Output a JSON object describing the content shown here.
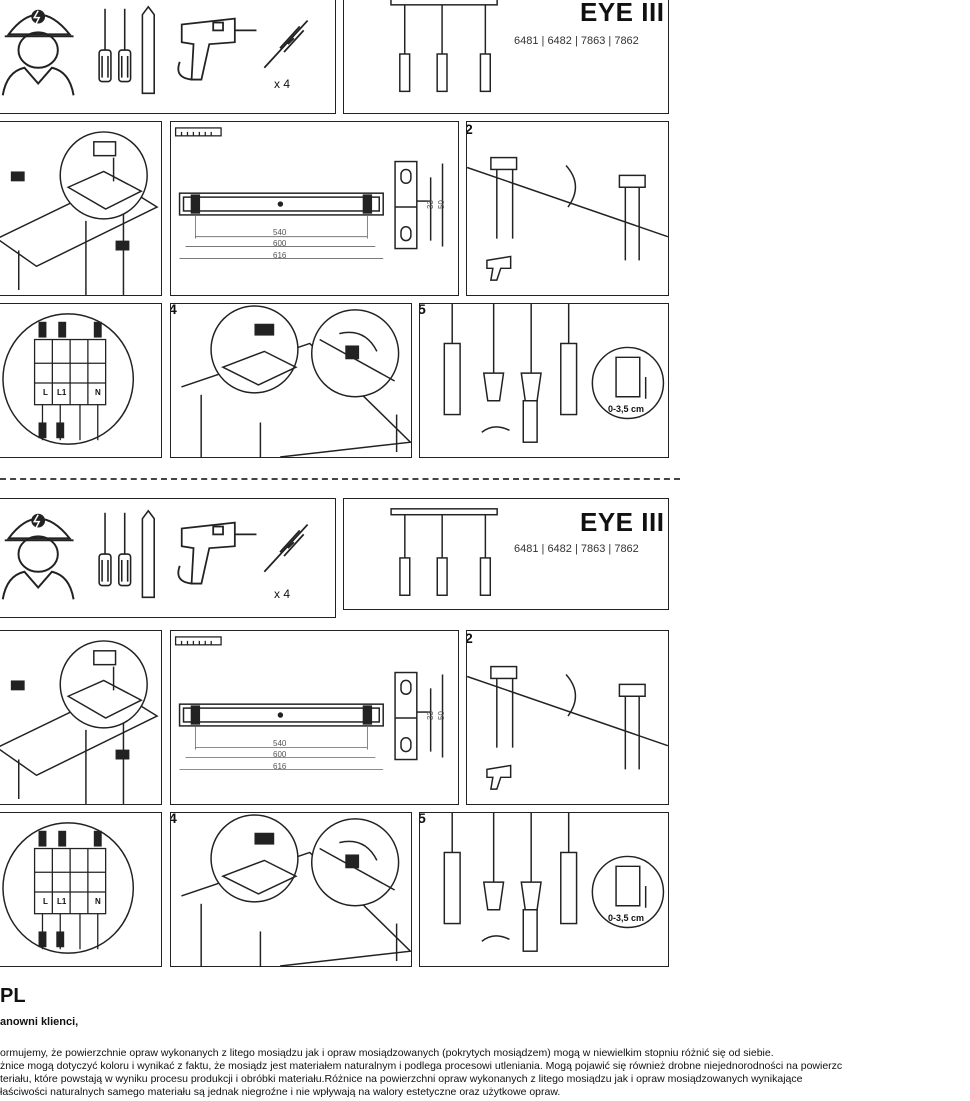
{
  "product": {
    "title": "EYE III",
    "codes": "6481 | 6482 | 7863 | 7862"
  },
  "steps": {
    "s2": "2",
    "s4": "4",
    "s5": "5"
  },
  "tools": {
    "dowel_count": "x 4"
  },
  "dimensions": {
    "d540": "540",
    "d600": "600",
    "d616": "616",
    "d33": "33",
    "d50": "50"
  },
  "wiring": {
    "L": "L",
    "L1": "L1",
    "N": "N"
  },
  "height_range": "0-3,5 cm",
  "text": {
    "lang": "PL",
    "greeting": "anowni klienci,",
    "line1": "ormujemy, że powierzchnie opraw wykonanych z litego mosiądzu jak i opraw mosiądzowanych (pokrytych mosiądzem) mogą w niewielkim stopniu różnić się od siebie.",
    "line2": "żnice mogą dotyczyć koloru i wynikać z faktu, że mosiądz jest materiałem naturalnym i podlega procesowi utleniania. Mogą pojawić się również drobne niejednorodności na powierzc",
    "line3": "teriału, które powstają w wyniku procesu produkcji i obróbki materiału.Różnice na powierzchni opraw wykonanych z litego mosiądzu jak i opraw mosiądzowanych wynikające",
    "line4": "łaściwości naturalnych samego materiału są jednak niegroźne i nie wpływają na walory estetyczne oraz użytkowe opraw."
  }
}
